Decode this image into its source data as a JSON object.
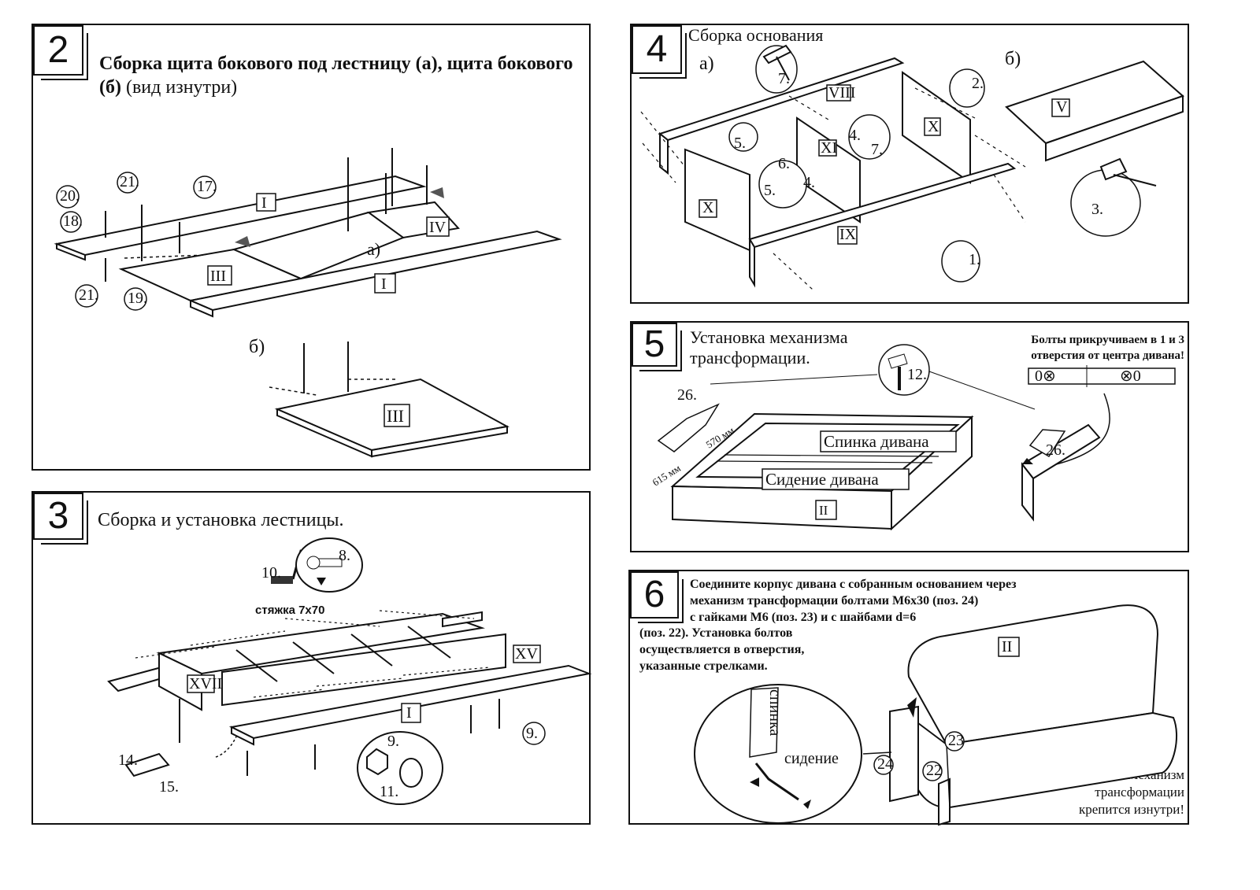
{
  "panel2": {
    "number": "2",
    "title_bold": "Сборка щита бокового под лестницу (а), щита бокового (б)",
    "title_normal": " (вид изнутри)",
    "label_a": "а)",
    "label_b": "б)",
    "parts": [
      "I",
      "I",
      "III",
      "IV",
      "III"
    ],
    "callouts": [
      "20.",
      "18.",
      "21.",
      "21.",
      "17.",
      "19."
    ]
  },
  "panel3": {
    "number": "3",
    "title": "Сборка и установка лестницы.",
    "screw_label": "стяжка 7х70",
    "parts": [
      "XVII",
      "XV",
      "I"
    ],
    "callouts": [
      "10.",
      "8.",
      "9.",
      "9.",
      "11.",
      "14.",
      "15."
    ]
  },
  "panel4": {
    "number": "4",
    "title": "Сборка основания",
    "label_a": "а)",
    "label_b": "б)",
    "parts": [
      "VIII",
      "XI",
      "X",
      "X",
      "IX",
      "V"
    ],
    "callouts": [
      "7.",
      "2.",
      "4.",
      "7.",
      "5.",
      "6.",
      "5.",
      "4.",
      "1.",
      "3."
    ]
  },
  "panel5": {
    "number": "5",
    "title_line1": "Установка механизма",
    "title_line2": "трансформации.",
    "note_line1": "Болты прикручиваем в 1 и 3",
    "note_line2": "отверстия от центра дивана!",
    "hole_left": "0⊗",
    "hole_right": "⊗0",
    "back_label": "Спинка дивана",
    "seat_label": "Сидение дивана",
    "part": "II",
    "dim1": "615 мм",
    "dim2": "570 мм",
    "callouts": [
      "26.",
      "12.",
      "26."
    ]
  },
  "panel6": {
    "number": "6",
    "text_line1": "Соедините корпус дивана с собранным основанием через",
    "text_line2": "механизм трансформации болтами М6х30 (поз. 24)",
    "text_line3": "с гайками М6 (поз. 23) и с шайбами d=6",
    "text_line4": "(поз. 22). Установка болтов",
    "text_line5": "осуществляется в отверстия,",
    "text_line6": "указанные стрелками.",
    "back_word": "спинка",
    "seat_word": "сидение",
    "part": "II",
    "note_line1": "Механизм",
    "note_line2": "трансформации",
    "note_line3": "крепится изнутри!",
    "callouts": [
      "23",
      "24",
      "22"
    ]
  }
}
